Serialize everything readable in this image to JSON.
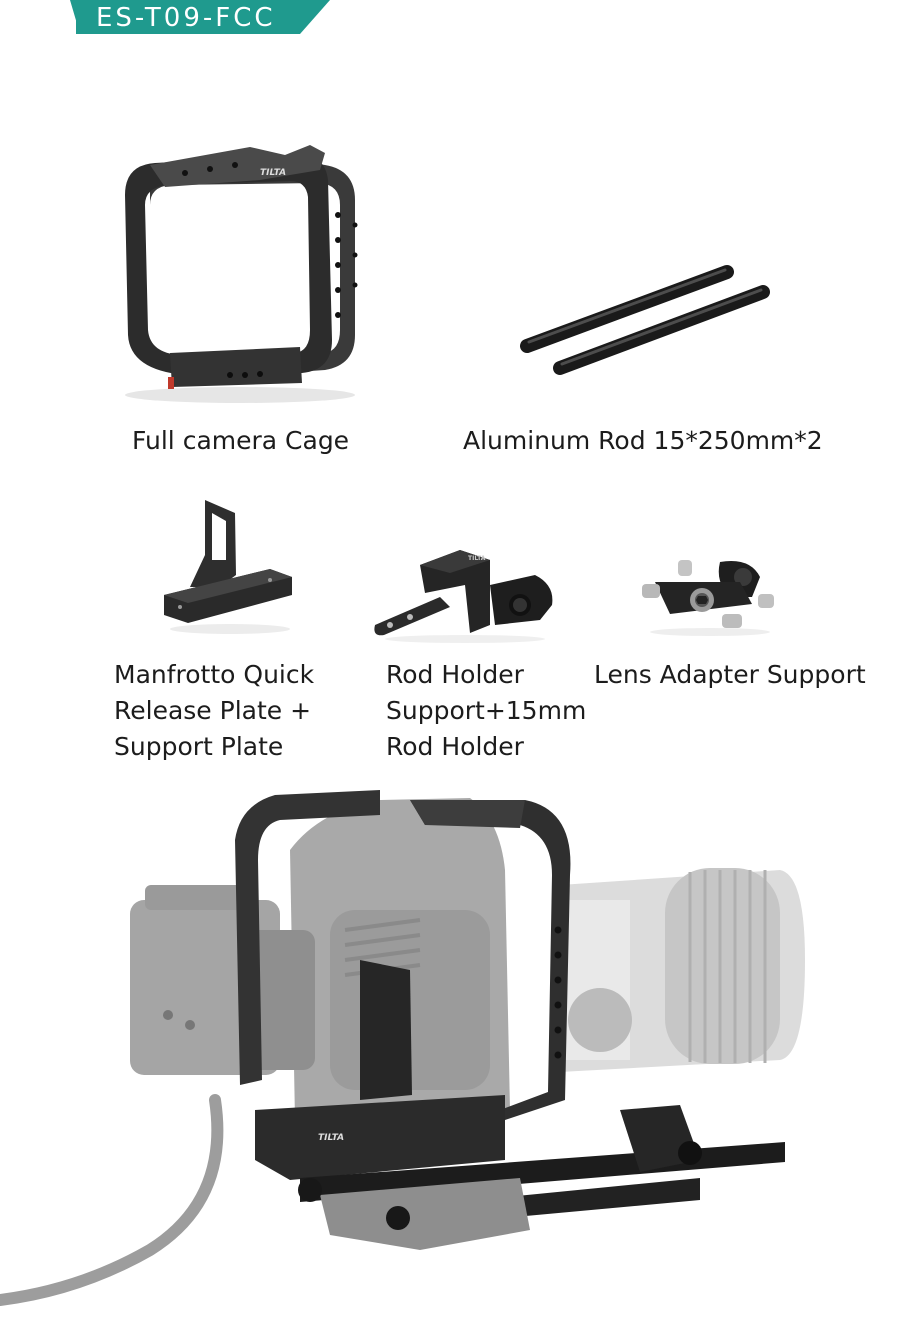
{
  "header": {
    "model_code": "ES-T09-FCC",
    "badge_color": "#1f9a8e"
  },
  "items": [
    {
      "label": "Full camera Cage"
    },
    {
      "label": "Aluminum Rod 15*250mm*2"
    },
    {
      "label_lines": [
        "Manfrotto Quick",
        "Release Plate +",
        "Support Plate"
      ]
    },
    {
      "label_lines": [
        "Rod Holder",
        "Support+15mm",
        "Rod Holder"
      ]
    },
    {
      "label": "Lens Adapter Support"
    }
  ],
  "brand_mark": "TILTA"
}
